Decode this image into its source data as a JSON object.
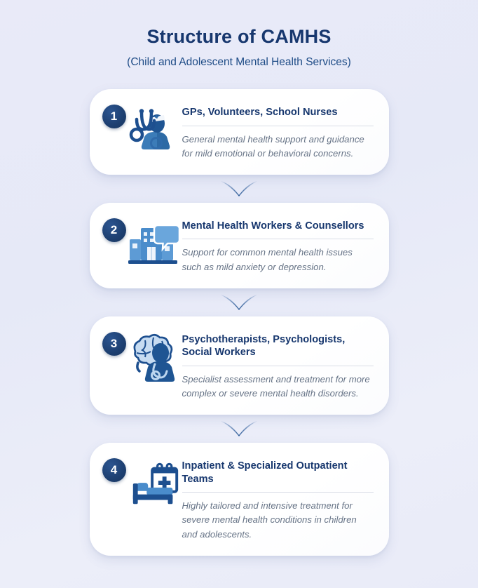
{
  "header": {
    "title": "Structure of CAMHS",
    "subtitle": "(Child and Adolescent Mental Health Services)"
  },
  "colors": {
    "background": "#e6e9f7",
    "title": "#17376e",
    "subtitle": "#1d4b86",
    "badge": "#1d3f70",
    "card_title": "#17376e",
    "card_desc": "#667386",
    "divider": "#d9dde6",
    "icon_dark": "#1d4f8f",
    "icon_mid": "#3f7fc0",
    "icon_light": "#a8c6e8",
    "chevron": "#2a5ea0"
  },
  "tiers": [
    {
      "number": "1",
      "icon": "stethoscope-nurse-icon",
      "title": "GPs, Volunteers, School Nurses",
      "description": "General mental health support and guidance for mild emotional or behavioral concerns."
    },
    {
      "number": "2",
      "icon": "clinic-building-speech-icon",
      "title": "Mental Health Workers & Counsellors",
      "description": "Support for common mental health issues such as mild anxiety or depression."
    },
    {
      "number": "3",
      "icon": "brain-person-icon",
      "title": "Psychotherapists, Psychologists, Social Workers",
      "description": "Specialist assessment and treatment for more complex or severe mental health disorders."
    },
    {
      "number": "4",
      "icon": "hospital-bed-cross-icon",
      "title": "Inpatient & Specialized Outpatient Teams",
      "description": "Highly tailored and intensive treatment for severe mental health conditions in children and adolescents."
    }
  ],
  "connectors": [
    {
      "label": "down-chevron"
    },
    {
      "label": "down-chevron"
    },
    {
      "label": "down-chevron"
    }
  ]
}
